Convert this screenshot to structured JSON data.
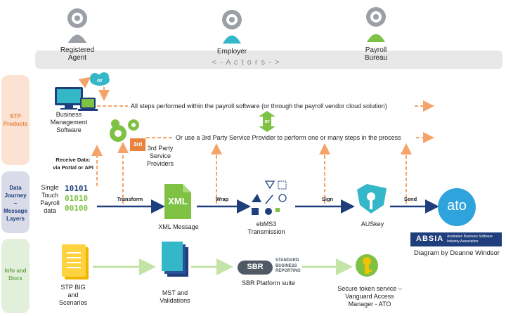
{
  "actors": {
    "items": [
      {
        "label": "Registered\nAgent",
        "color": "#9aa0a6"
      },
      {
        "label": "Employer",
        "color": "#34b7c8"
      },
      {
        "label": "Payroll\nBureau",
        "color": "#7ec143"
      }
    ],
    "banner": "< - A c t o r s - >"
  },
  "bands": {
    "stp": "STP\nProducts",
    "journey": "Data\nJourney\n–\nMessage\nLayers",
    "info": "Info and\nDocs"
  },
  "products": {
    "bms": "Business\nManagement\nSoftware",
    "all_steps": "All steps performed within the payroll software (or through the payroll vendor cloud solution)",
    "or_small": "or",
    "or_big": "or",
    "third_party_badge": "3rd",
    "third_party_label": "3rd Party\nService\nProviders",
    "third_party_sentence": "Or use a 3rd Party Service Provider to perform one or many steps in the process"
  },
  "journey": {
    "receive": "Receive Data:\nvia Portal or API",
    "payroll": "Single\nTouch\nPayroll\ndata",
    "binary": [
      "10101",
      "01010",
      "00100"
    ],
    "transform": "Transform",
    "xml_icon": "XML",
    "xml_label": "XML Message",
    "wrap": "Wrap",
    "ebms_label": "ebMS3\nTransmission",
    "sign": "Sign",
    "auskey_label": "AUSkey",
    "send": "Send",
    "ato": "ato",
    "absia_logo": "ABSIA",
    "absia_sub": "Australian Business Software\nIndustry Association",
    "credit": "Diagram by Deanne Windsor"
  },
  "docs": {
    "stp_big": "STP BIG\nand\nScenarios",
    "mst": "MST and\nValidations",
    "sbr_logo": "SBR",
    "sbr_tag": "STANDARD\nBUSINESS\nREPORTING",
    "sbr_label": "SBR Platform suite",
    "token": "Secure token service –\nVanguard Access\nManager - ATO"
  },
  "colors": {
    "orange_arrow": "#f4a46a",
    "navy_arrow": "#1f3e7c",
    "green_arrow": "#c4e3a6",
    "stp_band": "#fbe2d2",
    "journey_band": "#d9dce8",
    "info_band": "#e2efda",
    "actor_bar": "#e8e8e8",
    "ato_blue": "#2ea3dc"
  }
}
